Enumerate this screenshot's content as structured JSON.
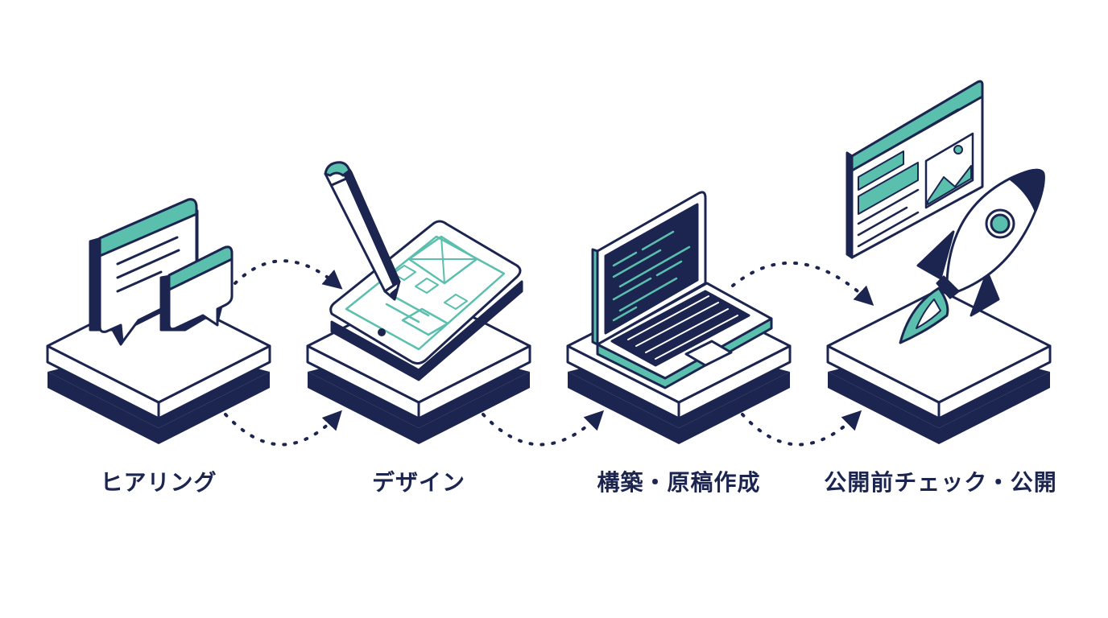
{
  "colors": {
    "navy": "#1b2550",
    "teal": "#5bbfae",
    "white": "#ffffff"
  },
  "steps": [
    {
      "label": "ヒアリング",
      "icon": "speech-bubbles-icon"
    },
    {
      "label": "デザイン",
      "icon": "tablet-pencil-icon"
    },
    {
      "label": "構築・原稿作成",
      "icon": "laptop-code-icon"
    },
    {
      "label": "公開前チェック・公開",
      "icon": "rocket-browser-icon"
    }
  ],
  "connectors": [
    {
      "icon": "dotted-arrow-icon"
    },
    {
      "icon": "dotted-arrow-icon"
    },
    {
      "icon": "dotted-arrow-icon"
    },
    {
      "icon": "dotted-arrow-icon"
    },
    {
      "icon": "dotted-arrow-icon"
    }
  ]
}
